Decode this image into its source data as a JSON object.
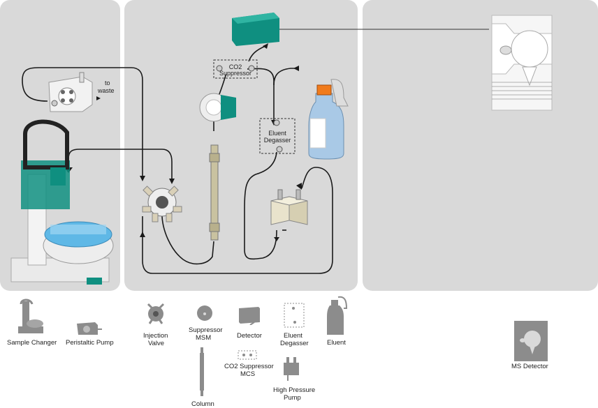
{
  "diagram": {
    "to_waste_lines": [
      "to",
      "waste"
    ],
    "co2_suppressor_lines": [
      "CO2",
      "Suppressor"
    ],
    "eluent_degasser_lines": [
      "Eluent",
      "Degasser"
    ]
  },
  "legend": {
    "sample_changer": "Sample Changer",
    "peristaltic_pump": "Peristaltic Pump",
    "injection_valve": [
      "Injection",
      "Valve"
    ],
    "suppressor_msm": [
      "Suppressor",
      "MSM"
    ],
    "column": "Column",
    "detector": "Detector",
    "co2_suppressor_mcs": [
      "CO2 Suppressor",
      "MCS"
    ],
    "eluent_degasser": [
      "Eluent",
      "Degasser"
    ],
    "high_pressure_pump": [
      "High Pressure",
      "Pump"
    ],
    "eluent": "Eluent",
    "ms_detector": "MS Detector"
  },
  "colors": {
    "panel": "#d9d9d9",
    "teal": "#0f8f80",
    "tube": "#1a1a1a",
    "icon_gray": "#8c8c8c"
  }
}
